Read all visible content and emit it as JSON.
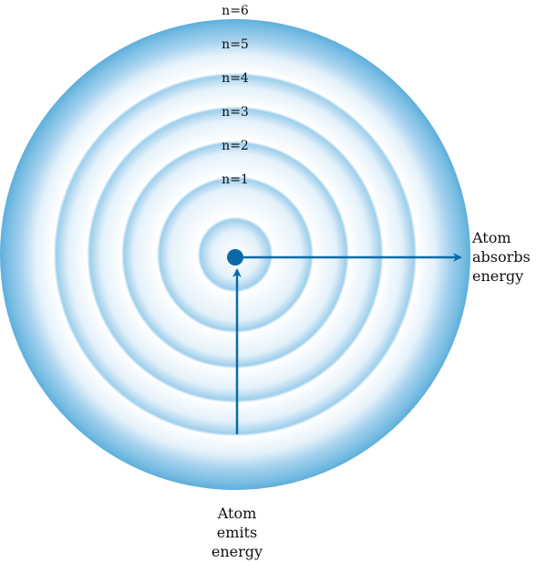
{
  "levels": [
    {
      "label": "n=1"
    },
    {
      "label": "n=2"
    },
    {
      "label": "n=3"
    },
    {
      "label": "n=4"
    },
    {
      "label": "n=5"
    },
    {
      "label": "n=6"
    }
  ],
  "absorb_label": {
    "line1": "Atom",
    "line2": "absorbs",
    "line3": "energy"
  },
  "emit_label": {
    "line1": "Atom",
    "line2": "emits",
    "line3": "energy"
  },
  "colors": {
    "ring_edge": "#5eaedb",
    "ring_center": "#ffffff",
    "arrow": "#0a6aa8",
    "nucleus": "#0a6aa8"
  }
}
